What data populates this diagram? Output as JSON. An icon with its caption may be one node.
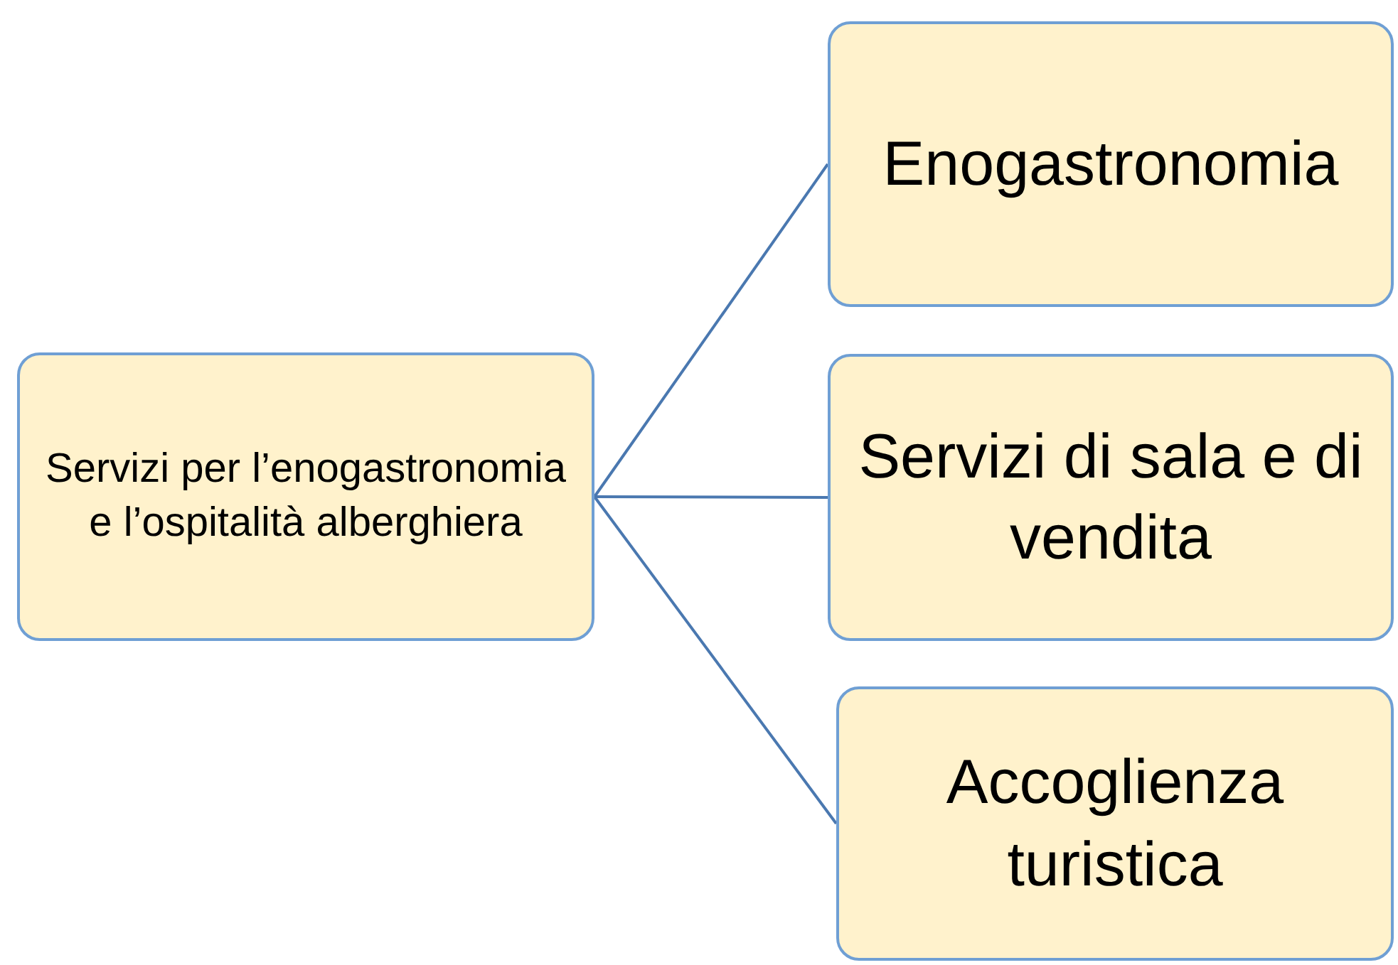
{
  "diagram": {
    "nodes": [
      {
        "text": [
          "Servizi per l’enogastronomia e l’ospitalità alberghiera"
        ]
      },
      {
        "text": [
          "Enogastronomia"
        ]
      },
      {
        "text": [
          "Servizi di sala e di vendita"
        ]
      },
      {
        "text": [
          "Accoglienza turistica"
        ]
      }
    ],
    "edges": [
      {
        "from": 0,
        "to": 1,
        "arrow": "none"
      },
      {
        "from": 0,
        "to": 2,
        "arrow": "none"
      },
      {
        "from": 0,
        "to": 3,
        "arrow": "none"
      }
    ]
  }
}
